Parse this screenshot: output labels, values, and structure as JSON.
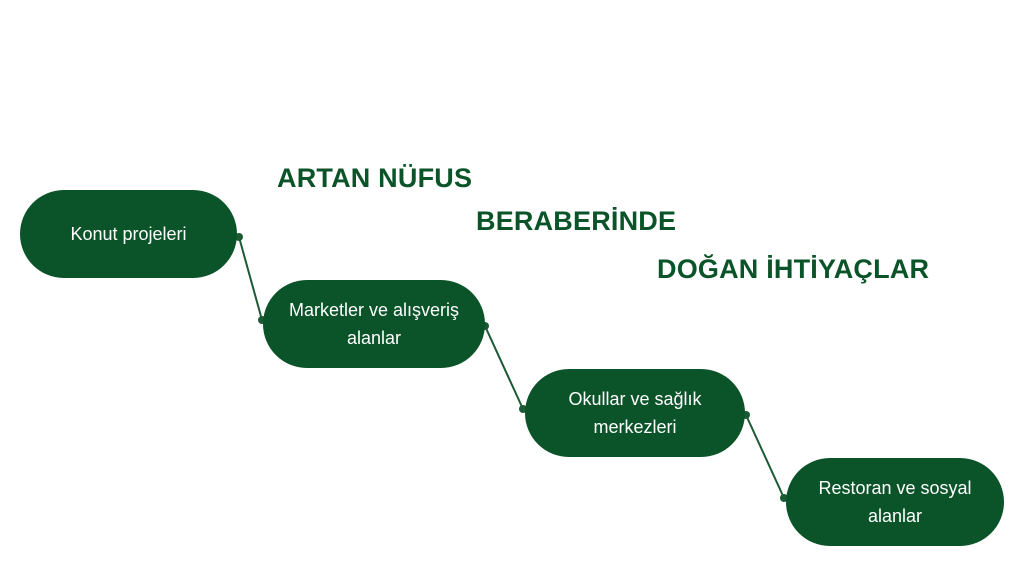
{
  "heading": {
    "lines": [
      "ARTAN NÜFUS",
      "BERABERİNDE",
      "DOĞAN İHTİYAÇLAR"
    ]
  },
  "steps": [
    {
      "label": "Konut projeleri"
    },
    {
      "label": "Marketler ve alışveriş alanlar"
    },
    {
      "label": "Okullar ve sağlık merkezleri"
    },
    {
      "label": "Restoran ve sosyal alanlar"
    }
  ],
  "colors": {
    "pill_fill": "#0b5328",
    "heading_text": "#0b5328",
    "connector": "#1c5a34",
    "pill_text": "#ffffff"
  }
}
